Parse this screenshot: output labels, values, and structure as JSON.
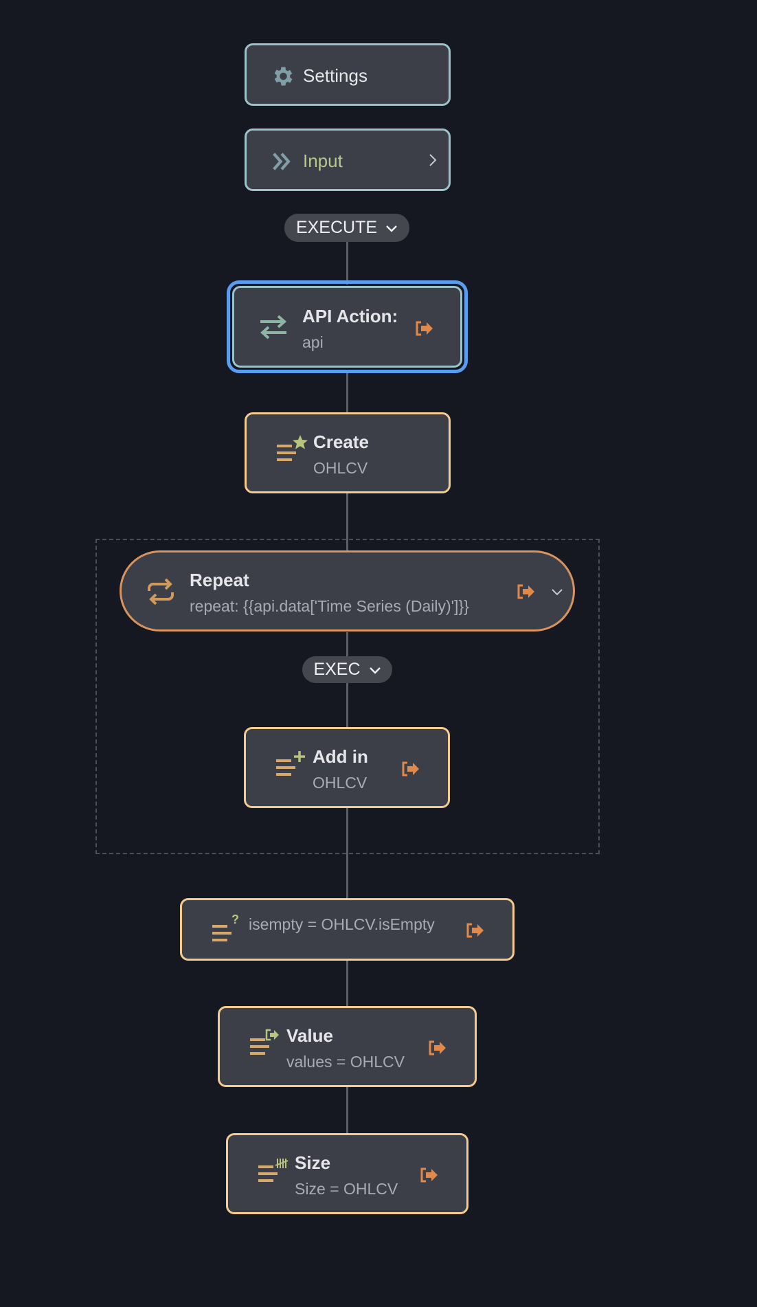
{
  "nodes": {
    "settings": {
      "title": "Settings"
    },
    "input": {
      "title": "Input"
    },
    "execute_pill": {
      "label": "EXECUTE"
    },
    "api_action": {
      "title": "API Action:",
      "subtitle": "api"
    },
    "create": {
      "title": "Create",
      "subtitle": "OHLCV"
    },
    "repeat": {
      "title": "Repeat",
      "subtitle": "repeat: {{api.data['Time Series (Daily)']}}"
    },
    "exec_pill": {
      "label": "EXEC"
    },
    "add_in": {
      "title": "Add in",
      "subtitle": "OHLCV"
    },
    "isempty": {
      "title": "isempty = OHLCV.isEmpty"
    },
    "value": {
      "title": "Value",
      "subtitle": "values = OHLCV"
    },
    "size": {
      "title": "Size",
      "subtitle": "Size = OHLCV"
    }
  },
  "colors": {
    "background": "#161821",
    "node_fill": "#3c3e48",
    "action_border": "#f4cc8f",
    "io_border": "#9cc3c9",
    "selected_outline": "#5a9cf0",
    "repeat_border": "#d9935c",
    "exit_icon": "#e0894a",
    "input_text": "#b6c98a"
  },
  "icons": {
    "settings": "gear-icon",
    "input": "double-chevron-right-icon",
    "api": "swap-arrows-icon",
    "create": "list-star-icon",
    "repeat": "repeat-icon",
    "add_in": "list-plus-icon",
    "isempty": "list-question-icon",
    "value": "list-exit-icon",
    "size": "list-tally-icon",
    "exit": "exit-door-icon"
  }
}
